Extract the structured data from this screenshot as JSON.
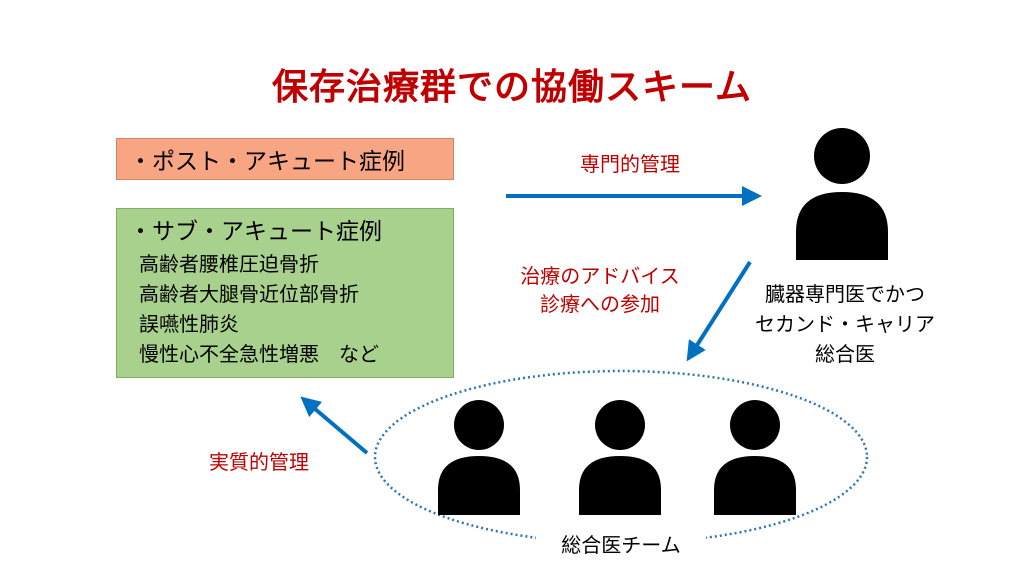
{
  "title": "保存治療群での協働スキーム",
  "post_acute_box": {
    "label": "・ポスト・アキュート症例"
  },
  "sub_acute_box": {
    "label": "・サブ・アキュート症例",
    "items": [
      "高齢者腰椎圧迫骨折",
      "高齢者大腿骨近位部骨折",
      "誤嚥性肺炎",
      "慢性心不全急性増悪　など"
    ]
  },
  "arrow_labels": {
    "specialist_management": "専門的管理",
    "advice_line1": "治療のアドバイス",
    "advice_line2": "診療への参加",
    "practical_management": "実質的管理"
  },
  "specialist": {
    "line1": "臓器専門医でかつ",
    "line2": "セカンド・キャリア",
    "line3": "総合医"
  },
  "team": {
    "label": "総合医チーム"
  },
  "colors": {
    "title": "#c00000",
    "arrow": "#0070c0",
    "post_box": "#f8a584",
    "sub_box": "#a9d18e",
    "person": "#000000",
    "ellipse": "#2e75b6"
  },
  "icons": {
    "person": "person-silhouette-icon",
    "arrow": "arrow-icon"
  }
}
